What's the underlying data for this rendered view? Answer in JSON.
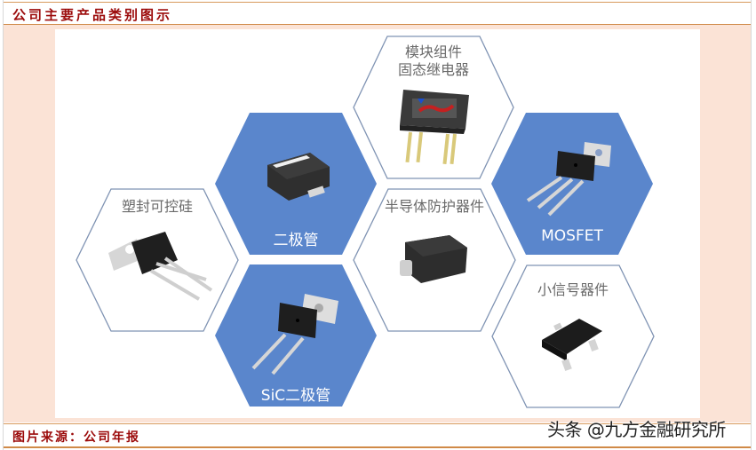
{
  "header": {
    "title": "公司主要产品类别图示"
  },
  "footer": {
    "source": "图片来源：公司年报",
    "watermark": "头条 @九方金融研究所"
  },
  "colors": {
    "title_red": "#9b0a0a",
    "rule_orange": "#d08a48",
    "peach_background": "#fbe3d6",
    "hex_blue": "#5a86cc",
    "hex_outline": "#7f93b3"
  },
  "diagram": {
    "hexagons": [
      {
        "id": "module-ssr",
        "label_line1": "模块组件",
        "label_line2": "固态继电器",
        "style": "outline",
        "component": "relay-module-icon"
      },
      {
        "id": "diode",
        "label": "二极管",
        "style": "filled",
        "component": "smd-diode-icon"
      },
      {
        "id": "mosfet",
        "label": "MOSFET",
        "style": "filled",
        "component": "to220-3pin-icon"
      },
      {
        "id": "thyristor",
        "label": "塑封可控硅",
        "style": "outline",
        "component": "to220-3pin-icon"
      },
      {
        "id": "protection",
        "label": "半导体防护器件",
        "style": "outline",
        "component": "smd-tvs-icon"
      },
      {
        "id": "sic-diode",
        "label": "SiC二极管",
        "style": "filled",
        "component": "to220-2pin-icon"
      },
      {
        "id": "small-signal",
        "label": "小信号器件",
        "style": "outline",
        "component": "sot23-icon"
      }
    ]
  }
}
